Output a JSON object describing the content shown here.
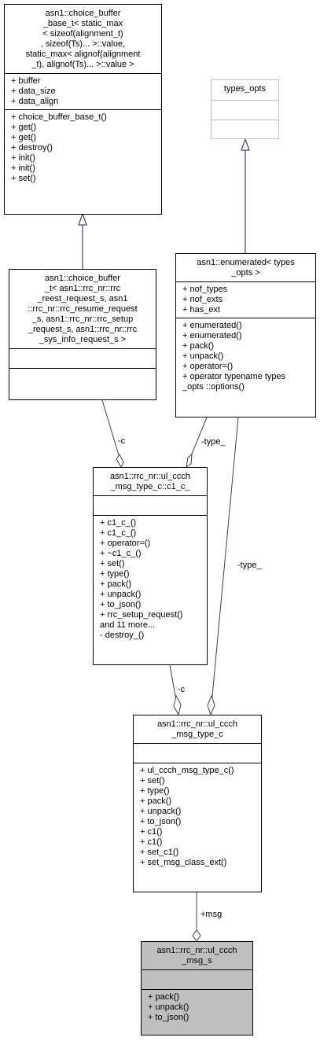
{
  "nodes": {
    "choice_buffer_base": {
      "title": [
        "asn1::choice_buffer",
        "_base_t< static_max",
        "< sizeof(alignment_t)",
        ", sizeof(Ts)... >::value,",
        " static_max< alignof(alignment",
        "_t), alignof(Ts)... >::value >"
      ],
      "attributes": [
        "+ buffer",
        "+ data_size",
        "+ data_align"
      ],
      "methods": [
        "+ choice_buffer_base_t()",
        "+ get()",
        "+ get()",
        "+ destroy()",
        "+ init()",
        "+ init()",
        "+ set()"
      ]
    },
    "types_opts": {
      "title": [
        "types_opts"
      ],
      "attributes": [],
      "methods": []
    },
    "choice_buffer_t": {
      "title": [
        "asn1::choice_buffer",
        "_t< asn1::rrc_nr::rrc",
        "_reest_request_s, asn1",
        "::rrc_nr::rrc_resume_request",
        "_s, asn1::rrc_nr::rrc_setup",
        "_request_s, asn1::rrc_nr::rrc",
        "_sys_info_request_s >"
      ],
      "attributes": [],
      "methods": []
    },
    "enumerated": {
      "title": [
        "asn1::enumerated< types",
        "_opts >"
      ],
      "attributes": [
        "+ nof_types",
        "+ nof_exts",
        "+ has_ext"
      ],
      "methods": [
        "+ enumerated()",
        "+ enumerated()",
        "+ pack()",
        "+ unpack()",
        "+ operator=()",
        "+ operator typename types",
        "_opts ::options()"
      ]
    },
    "c1_c": {
      "title": [
        "asn1::rrc_nr::ul_ccch",
        "_msg_type_c::c1_c_"
      ],
      "attributes": [],
      "methods": [
        "+ c1_c_()",
        "+ c1_c_()",
        "+ operator=()",
        "+ ~c1_c_()",
        "+ set()",
        "+ type()",
        "+ pack()",
        "+ unpack()",
        "+ to_json()",
        "+ rrc_setup_request()",
        "and 11 more...",
        "- destroy_()"
      ]
    },
    "ul_ccch_msg_type_c": {
      "title": [
        "asn1::rrc_nr::ul_ccch",
        "_msg_type_c"
      ],
      "attributes": [],
      "methods": [
        "+ ul_ccch_msg_type_c()",
        "+ set()",
        "+ type()",
        "+ pack()",
        "+ unpack()",
        "+ to_json()",
        "+ c1()",
        "+ c1()",
        "+ set_c1()",
        "+ set_msg_class_ext()"
      ]
    },
    "ul_ccch_msg_s": {
      "title": [
        "asn1::rrc_nr::ul_ccch",
        "_msg_s"
      ],
      "attributes": [],
      "methods": [
        "+ pack()",
        "+ unpack()",
        "+ to_json()"
      ]
    }
  },
  "edge_labels": {
    "c_choice": "-c",
    "type_enum_c1": "-type_",
    "type_enum_ul": "-type_",
    "c_c1": "-c",
    "msg": "+msg"
  },
  "colors": {
    "inheritance_edge": "#191970",
    "composition_edge": "#404040",
    "highlight_fill": "#bfbfbf",
    "template_border": "#bfbfbf"
  }
}
